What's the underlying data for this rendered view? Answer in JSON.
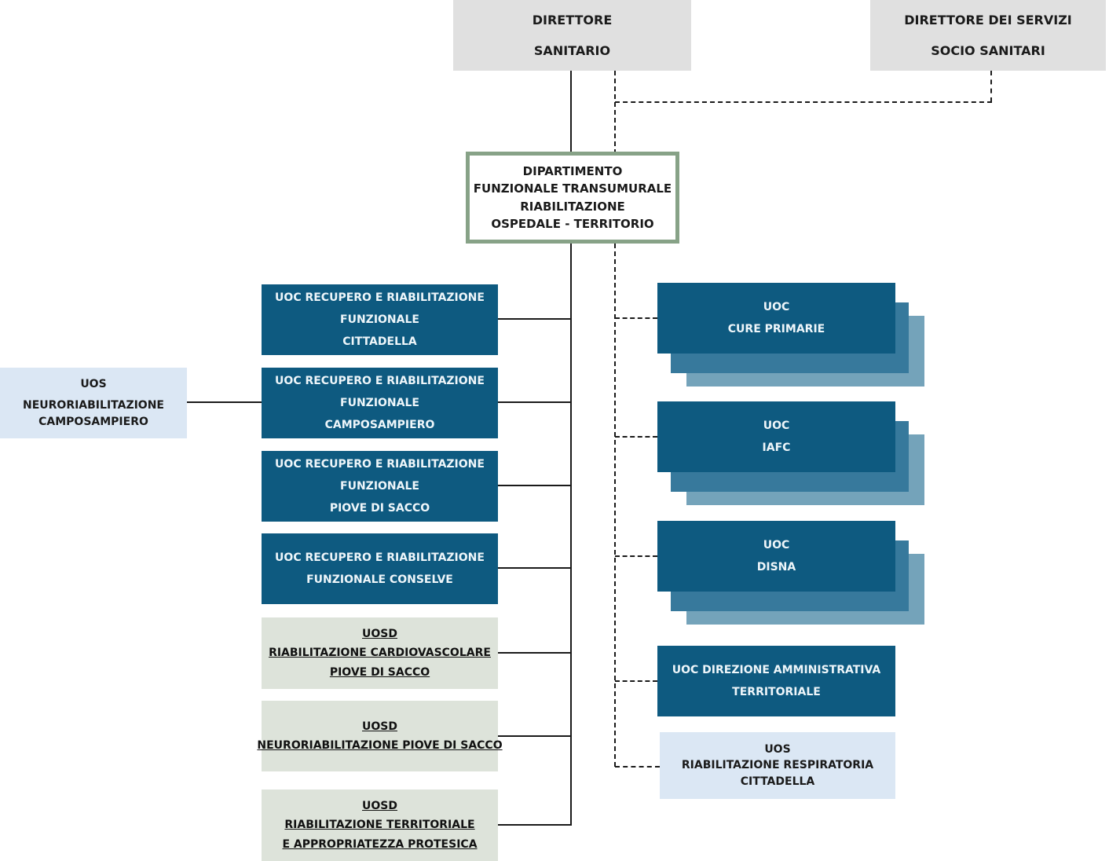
{
  "title": "Organigramma Dipartimento Funzionale Transumurale Riabilitazione Ospedale - Territorio",
  "colors": {
    "header_gray": "#e0e0e0",
    "dept_border_green": "#87a287",
    "uoc_dark_blue": "#0e5a80",
    "stack_mid_blue": "#37799c",
    "stack_light_blue": "#74a3ba",
    "uos_light_blue": "#dbe7f4",
    "uosd_sage": "#dde3da",
    "line_black": "#1a1a1a"
  },
  "nodes": {
    "direttore_sanitario": {
      "lines": [
        "DIRETTORE",
        "SANITARIO"
      ]
    },
    "direttore_servizi": {
      "lines": [
        "DIRETTORE DEI SERVIZI",
        "SOCIO SANITARI"
      ]
    },
    "dipartimento": {
      "lines": [
        "DIPARTIMENTO",
        "FUNZIONALE TRANSUMURALE",
        "RIABILITAZIONE",
        "OSPEDALE - TERRITORIO"
      ]
    },
    "uoc_cittadella": {
      "lines": [
        "UOC RECUPERO E RIABILITAZIONE",
        "FUNZIONALE",
        "CITTADELLA"
      ]
    },
    "uoc_camposampiero": {
      "lines": [
        "UOC RECUPERO E RIABILITAZIONE",
        "FUNZIONALE",
        "CAMPOSAMPIERO"
      ]
    },
    "uoc_piove_di_sacco": {
      "lines": [
        "UOC RECUPERO E RIABILITAZIONE",
        "FUNZIONALE",
        "PIOVE DI SACCO"
      ]
    },
    "uoc_conselve": {
      "lines": [
        "UOC RECUPERO E RIABILITAZIONE",
        "FUNZIONALE CONSELVE"
      ]
    },
    "uos_neuroriabilitazione_camposampiero": {
      "lines": [
        "UOS",
        "NEURORIABILITAZIONE",
        "CAMPOSAMPIERO"
      ]
    },
    "uosd_cardiovascolare": {
      "lines": [
        "UOSD",
        "RIABILITAZIONE CARDIOVASCOLARE",
        "PIOVE DI SACCO"
      ]
    },
    "uosd_neuroriabilitazione_piove": {
      "lines": [
        "UOSD",
        "NEURORIABILITAZIONE PIOVE DI SACCO"
      ]
    },
    "uosd_territoriale": {
      "lines": [
        "UOSD",
        "RIABILITAZIONE TERRITORIALE",
        "E APPROPRIATEZZA PROTESICA"
      ]
    },
    "uoc_cure_primarie": {
      "lines": [
        "UOC",
        "CURE PRIMARIE"
      ]
    },
    "uoc_iafc": {
      "lines": [
        "UOC",
        "IAFC"
      ]
    },
    "uoc_disna": {
      "lines": [
        "UOC",
        "DISNA"
      ]
    },
    "uoc_direzione_amministrativa": {
      "lines": [
        "UOC DIREZIONE AMMINISTRATIVA",
        "TERRITORIALE"
      ]
    },
    "uos_riabilitazione_respiratoria": {
      "lines": [
        "UOS",
        "RIABILITAZIONE RESPIRATORIA",
        "CITTADELLA"
      ]
    }
  }
}
